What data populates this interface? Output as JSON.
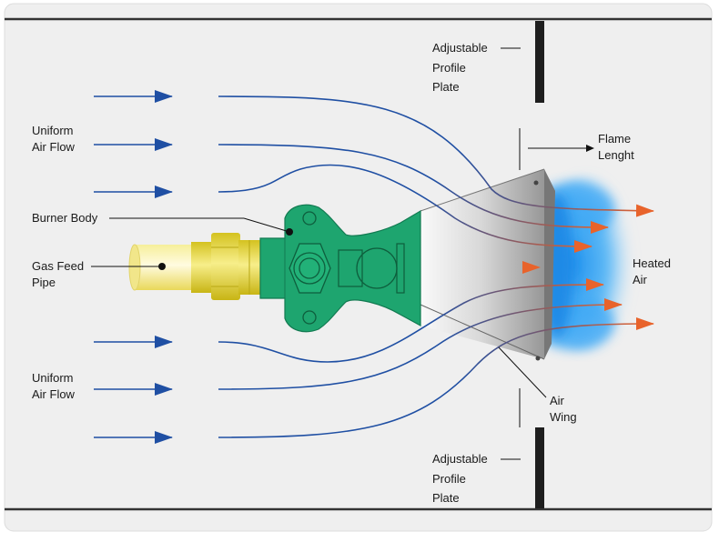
{
  "labels": {
    "uniform_air_flow_top": [
      "Uniform",
      "Air Flow"
    ],
    "uniform_air_flow_bottom": [
      "Uniform",
      "Air Flow"
    ],
    "burner_body": "Burner Body",
    "gas_feed_pipe": [
      "Gas Feed",
      "Pipe"
    ],
    "adjustable_profile_plate_top": [
      "Adjustable",
      "Profile",
      "Plate"
    ],
    "adjustable_profile_plate_bottom": [
      "Adjustable",
      "Profile",
      "Plate"
    ],
    "flame_length": [
      "Flame",
      "Lenght"
    ],
    "heated_air": [
      "Heated",
      "Air"
    ],
    "air_wing": [
      "Air",
      "Wing"
    ]
  },
  "colors": {
    "duct_background": "#efefef",
    "duct_wall": "#333333",
    "plate": "#1e1e1e",
    "air_flow_arrow": "#1f4fa3",
    "heated_arrow": "#e8632b",
    "burner_body": "#1ea56f",
    "gas_pipe": "#f2e98e",
    "brass_fitting": "#e0d23c",
    "air_wing": "#bdbdbd",
    "flame": "#3fa9f5"
  }
}
